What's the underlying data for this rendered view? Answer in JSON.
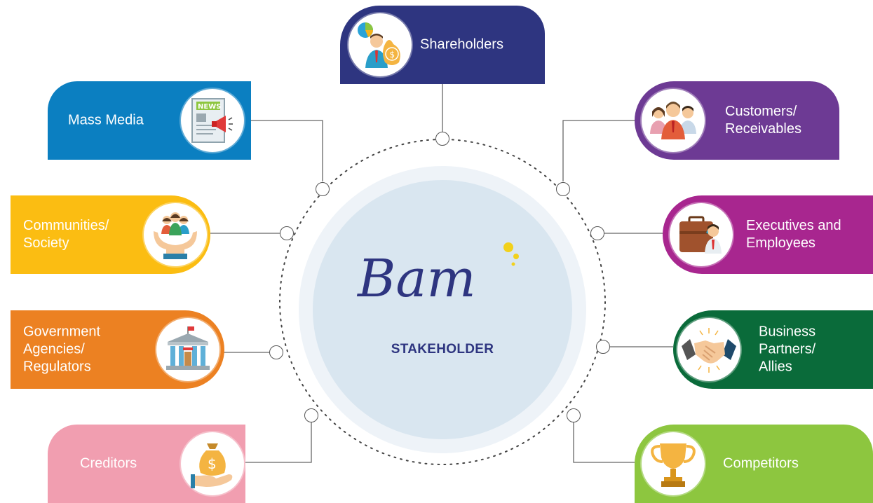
{
  "center": {
    "brand": "Bam",
    "title": "STAKEHOLDER"
  },
  "stakeholders": {
    "shareholders": {
      "label": "Shareholders",
      "color": "#2e3580",
      "icon": "investor-money-bag-icon"
    },
    "mass_media": {
      "label": "Mass Media",
      "color": "#0b7fc1",
      "icon": "newspaper-megaphone-icon"
    },
    "communities": {
      "label_line1": "Communities/",
      "label_line2": "Society",
      "color": "#fbbd12",
      "icon": "community-hands-icon"
    },
    "government": {
      "label_line1": "Government",
      "label_line2": "Agencies/",
      "label_line3": "Regulators",
      "color": "#ec8122",
      "icon": "government-building-icon"
    },
    "creditors": {
      "label": "Creditors",
      "color": "#f19eb0",
      "icon": "money-bag-hand-icon"
    },
    "customers": {
      "label_line1": "Customers/",
      "label_line2": "Receivables",
      "color": "#6d3a94",
      "icon": "customers-group-icon"
    },
    "executives": {
      "label_line1": "Executives and",
      "label_line2": "Employees",
      "color": "#a8268f",
      "icon": "briefcase-employee-icon"
    },
    "partners": {
      "label_line1": "Business",
      "label_line2": "Partners/",
      "label_line3": "Allies",
      "color": "#0a6b3a",
      "icon": "handshake-icon"
    },
    "competitors": {
      "label": "Competitors",
      "color": "#8dc63f",
      "icon": "trophy-icon"
    }
  }
}
